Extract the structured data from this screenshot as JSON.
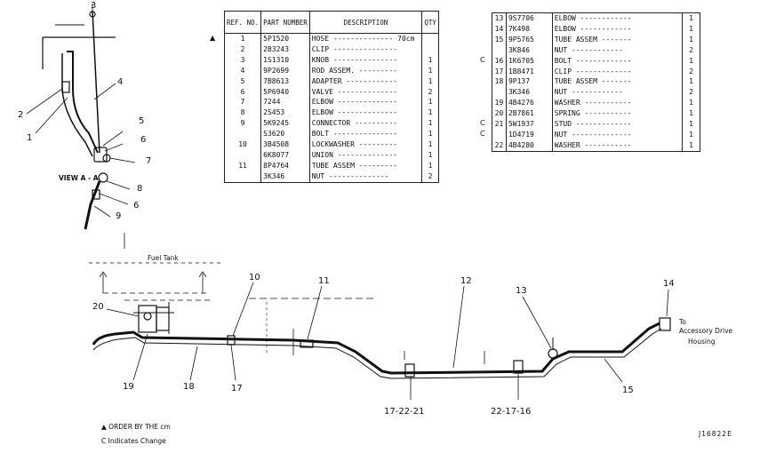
{
  "table1": {
    "headers": [
      "REF. NO.",
      "PART NUMBER",
      "DESCRIPTION",
      "QTY"
    ],
    "rows": [
      {
        "ref": "1",
        "part": "5P1520",
        "desc": "HOSE -------------- 70cm",
        "qty": ""
      },
      {
        "ref": "2",
        "part": "2B3243",
        "desc": "CLIP ---------------",
        "qty": ""
      },
      {
        "ref": "3",
        "part": "1S1310",
        "desc": "KNOB ---------------",
        "qty": "1"
      },
      {
        "ref": "4",
        "part": "9P2699",
        "desc": "ROD ASSEM. ---------",
        "qty": "1"
      },
      {
        "ref": "5",
        "part": "7B8613",
        "desc": "ADAPTER ------------",
        "qty": "1"
      },
      {
        "ref": "6",
        "part": "5P6940",
        "desc": "VALVE --------------",
        "qty": "2"
      },
      {
        "ref": "7",
        "part": "7244",
        "desc": "ELBOW --------------",
        "qty": "1"
      },
      {
        "ref": "8",
        "part": "2S453",
        "desc": "ELBOW --------------",
        "qty": "1"
      },
      {
        "ref": "9",
        "part": "5K9245",
        "desc": "CONNECTOR ----------",
        "qty": "1"
      },
      {
        "ref": "",
        "part": "S3620",
        "desc": "BOLT ---------------",
        "qty": "1"
      },
      {
        "ref": "10",
        "part": "3B4508",
        "desc": "LOCKWASHER ---------",
        "qty": "1"
      },
      {
        "ref": "",
        "part": "6K8077",
        "desc": "UNION --------------",
        "qty": "1"
      },
      {
        "ref": "11",
        "part": "8P4764",
        "desc": "TUBE ASSEM ---------",
        "qty": "1"
      },
      {
        "ref": "",
        "part": "3K346",
        "desc": "  NUT --------------",
        "qty": "2"
      }
    ]
  },
  "table2": {
    "rows": [
      {
        "mark": "",
        "ref": "13",
        "part": "9S7706",
        "desc": "ELBOW ------------",
        "qty": "1"
      },
      {
        "mark": "",
        "ref": "14",
        "part": "7K498",
        "desc": "ELBOW ------------",
        "qty": "1"
      },
      {
        "mark": "",
        "ref": "15",
        "part": "9P5765",
        "desc": "TUBE ASSEM -------",
        "qty": "1"
      },
      {
        "mark": "",
        "ref": "",
        "part": "3K846",
        "desc": "  NUT ------------",
        "qty": "2"
      },
      {
        "mark": "C",
        "ref": "16",
        "part": "1K6705",
        "desc": "BOLT -------------",
        "qty": "1"
      },
      {
        "mark": "",
        "ref": "17",
        "part": "1B8471",
        "desc": "CLIP -------------",
        "qty": "2"
      },
      {
        "mark": "",
        "ref": "18",
        "part": "9P137",
        "desc": "TUBE ASSEM -------",
        "qty": "1"
      },
      {
        "mark": "",
        "ref": "",
        "part": "3K346",
        "desc": "  NUT ------------",
        "qty": "2"
      },
      {
        "mark": "",
        "ref": "19",
        "part": "4B4276",
        "desc": "WASHER -----------",
        "qty": "1"
      },
      {
        "mark": "",
        "ref": "20",
        "part": "2B7861",
        "desc": "SPRING -----------",
        "qty": "1"
      },
      {
        "mark": "C",
        "ref": "21",
        "part": "5W1937",
        "desc": "STUD -------------",
        "qty": "1"
      },
      {
        "mark": "C",
        "ref": "",
        "part": "1D4719",
        "desc": "NUT --------------",
        "qty": "1"
      },
      {
        "mark": "",
        "ref": "22",
        "part": "4B4280",
        "desc": "WASHER -----------",
        "qty": "1"
      }
    ]
  },
  "order_marker": "▲",
  "callouts": {
    "c1": "1",
    "c2": "2",
    "c3": "3",
    "c4": "4",
    "c5": "5",
    "c6": "6",
    "c7": "7",
    "c8": "8",
    "c6b": "6",
    "c9": "9",
    "c10": "10",
    "c11": "11",
    "c12": "12",
    "c13": "13",
    "c14": "14",
    "c15": "15",
    "c16": "22-17-16",
    "c17": "17",
    "c18": "18",
    "c19": "19",
    "c20": "20",
    "c21": "17-22-21"
  },
  "view_label": "VIEW A - A",
  "fuel_tank": "Fuel  Tank",
  "accessory": [
    "To",
    "Accessory Drive",
    "Housing"
  ],
  "legend_order": "▲ ORDER BY THE cm",
  "legend_change": "C Indicates Change",
  "drawing_id": "J16822E"
}
